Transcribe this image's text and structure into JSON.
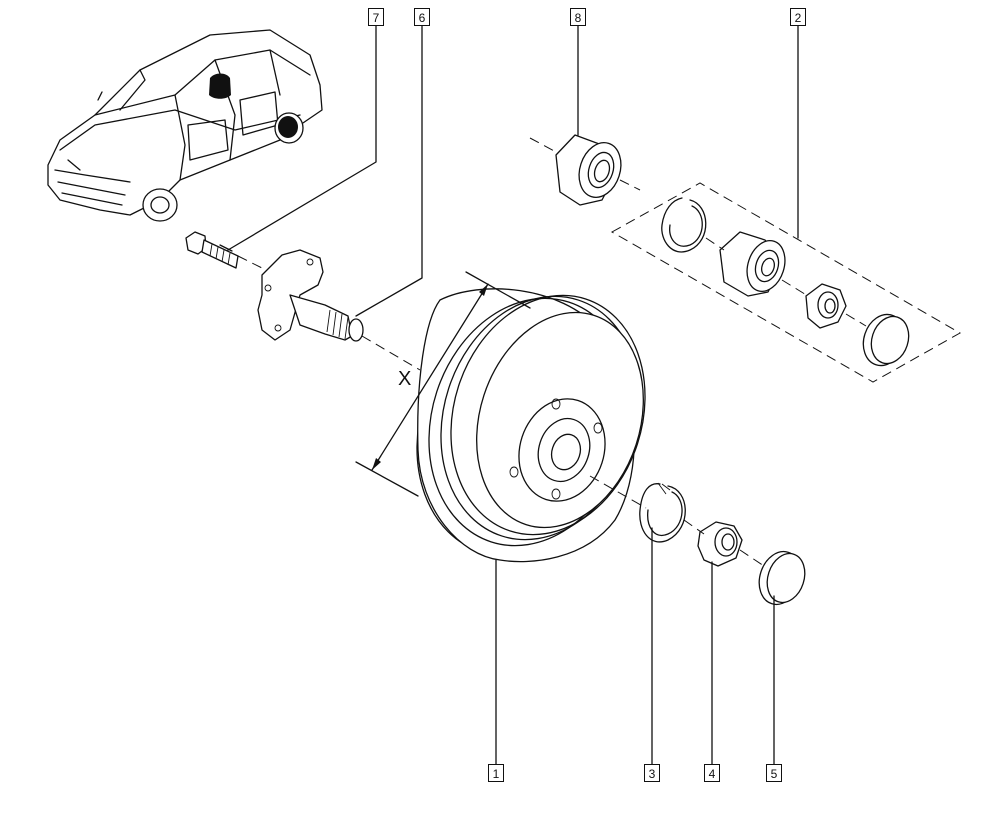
{
  "callouts": [
    {
      "id": "c7",
      "label": "7"
    },
    {
      "id": "c6",
      "label": "6"
    },
    {
      "id": "c8",
      "label": "8"
    },
    {
      "id": "c2",
      "label": "2"
    },
    {
      "id": "c1",
      "label": "1"
    },
    {
      "id": "c3",
      "label": "3"
    },
    {
      "id": "c4",
      "label": "4"
    },
    {
      "id": "c5",
      "label": "5"
    }
  ],
  "dimension_label": "X",
  "colors": {
    "line": "#111111",
    "highlight": "#111111",
    "background": "#ffffff"
  },
  "parts": [
    "car-overview",
    "bolt",
    "stub-axle-hub",
    "brake-drum",
    "circlip",
    "hub-nut",
    "dust-cap",
    "wheel-bearing",
    "bearing-kit"
  ]
}
